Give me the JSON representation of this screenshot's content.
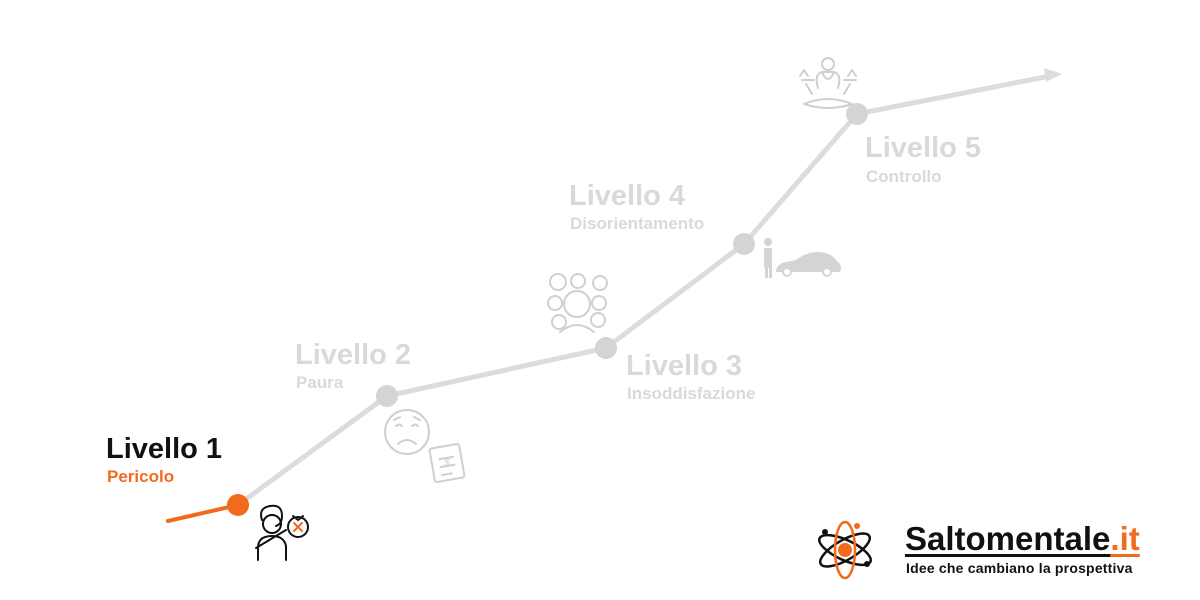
{
  "levels": [
    {
      "title": "Livello 1",
      "subtitle": "Pericolo",
      "icon": "person-with-money-bag-icon",
      "active": true
    },
    {
      "title": "Livello 2",
      "subtitle": "Paura",
      "icon": "worried-face-and-bill-icon",
      "active": false
    },
    {
      "title": "Livello 3",
      "subtitle": "Insoddisfazione",
      "icon": "confused-person-icon",
      "active": false
    },
    {
      "title": "Livello 4",
      "subtitle": "Disorientamento",
      "icon": "person-and-car-icon",
      "active": false
    },
    {
      "title": "Livello 5",
      "subtitle": "Controllo",
      "icon": "meditation-icon",
      "active": false
    }
  ],
  "brand": {
    "name": "Saltomentale",
    "tld": ".it",
    "tagline": "Idee che cambiano la prospettiva",
    "logo_icon": "atom-logo-icon"
  },
  "colors": {
    "accent": "#f26a1b",
    "inactive": "#d9d9d9",
    "text": "#111111"
  }
}
